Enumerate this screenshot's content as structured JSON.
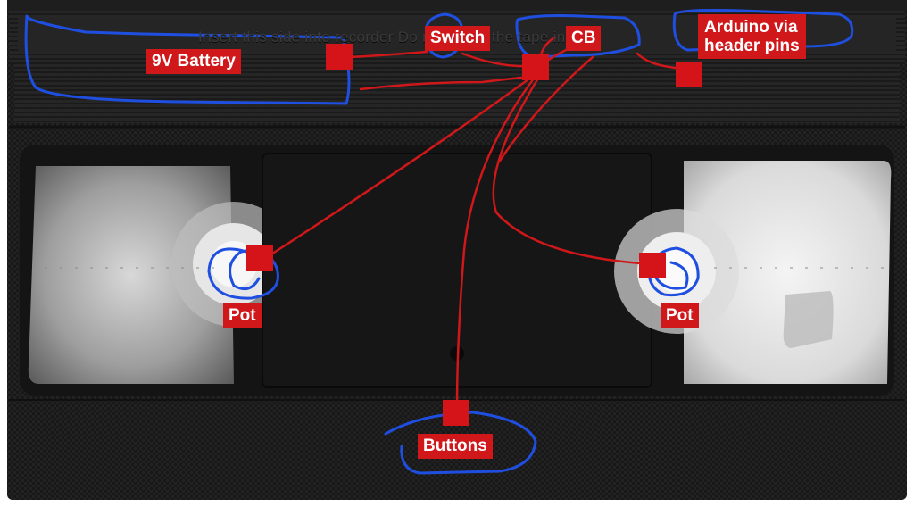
{
  "imprint_text": "Insert this side into recorder   Do not touch the tape inside",
  "labels": {
    "battery": "9V Battery",
    "switch": "Switch",
    "cb": "CB",
    "arduino_line1": "Arduino via",
    "arduino_line2": "header pins",
    "pot_left": "Pot",
    "pot_right": "Pot",
    "buttons": "Buttons"
  },
  "colors": {
    "cassette_body": "#1c1c1c",
    "wire_red": "#d0171a",
    "outline_blue": "#1f4fe0",
    "label_bg": "#d0171a"
  }
}
